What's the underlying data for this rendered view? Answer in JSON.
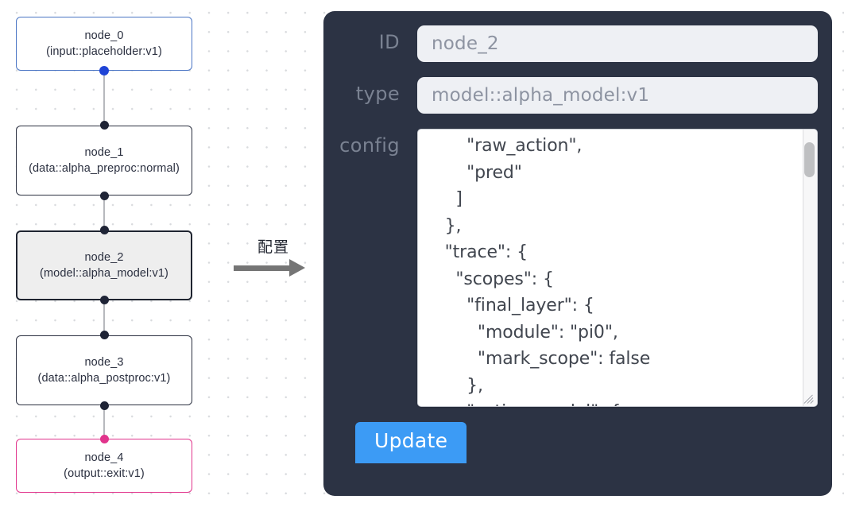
{
  "graph": {
    "nodes": [
      {
        "id": "node_0",
        "type": "(input::placeholder:v1)",
        "state": "start"
      },
      {
        "id": "node_1",
        "type": "(data::alpha_preproc:normal)",
        "state": "normal"
      },
      {
        "id": "node_2",
        "type": "(model::alpha_model:v1)",
        "state": "selected"
      },
      {
        "id": "node_3",
        "type": "(data::alpha_postproc:v1)",
        "state": "normal"
      },
      {
        "id": "node_4",
        "type": "(output::exit:v1)",
        "state": "end"
      }
    ],
    "colors": {
      "start_border": "#4a75c4",
      "normal_border": "#2b3040",
      "selected_fill": "#eeeeee",
      "end_border": "#e1348c",
      "edge": "#b7b9bd",
      "start_dot": "#1f44d6",
      "end_dot": "#e1348c"
    }
  },
  "annotation": {
    "label": "配置",
    "arrow_color": "#757575"
  },
  "panel": {
    "background": "#2c3344",
    "fields": [
      {
        "label": "ID",
        "value": "node_2"
      },
      {
        "label": "type",
        "value": "model::alpha_model:v1"
      }
    ],
    "config": {
      "label": "config",
      "value": "        \"raw_action\",\n        \"pred\"\n      ]\n    },\n    \"trace\": {\n      \"scopes\": {\n        \"final_layer\": {\n          \"module\": \"pi0\",\n          \"mark_scope\": false\n        },\n        \"action_model\": {"
    },
    "update_button": {
      "label": "Update",
      "color": "#3c9bf5"
    }
  }
}
